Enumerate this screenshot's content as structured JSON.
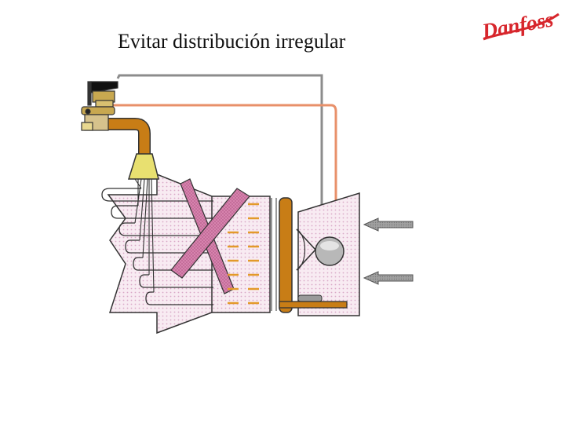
{
  "slide": {
    "title": "Evitar distribución irregular"
  },
  "brand": {
    "logo_text": "Danfoss",
    "logo_color": "#d7262c"
  },
  "colors": {
    "pipe_gray": "#8c8c8c",
    "pipe_orange": "#e8906a",
    "copper": "#c87d16",
    "cone_yellow": "#e8e070",
    "coil_fill": "#f6e4ee",
    "dots": "#d9a8c7",
    "cross_pink": "#d986b0",
    "arrow_gray": "#9a9a9a",
    "dash_orange": "#e39a2a"
  },
  "icons": {
    "airflow": "left-arrow",
    "fan": "fan-icon",
    "valve": "expansion-valve-icon"
  }
}
